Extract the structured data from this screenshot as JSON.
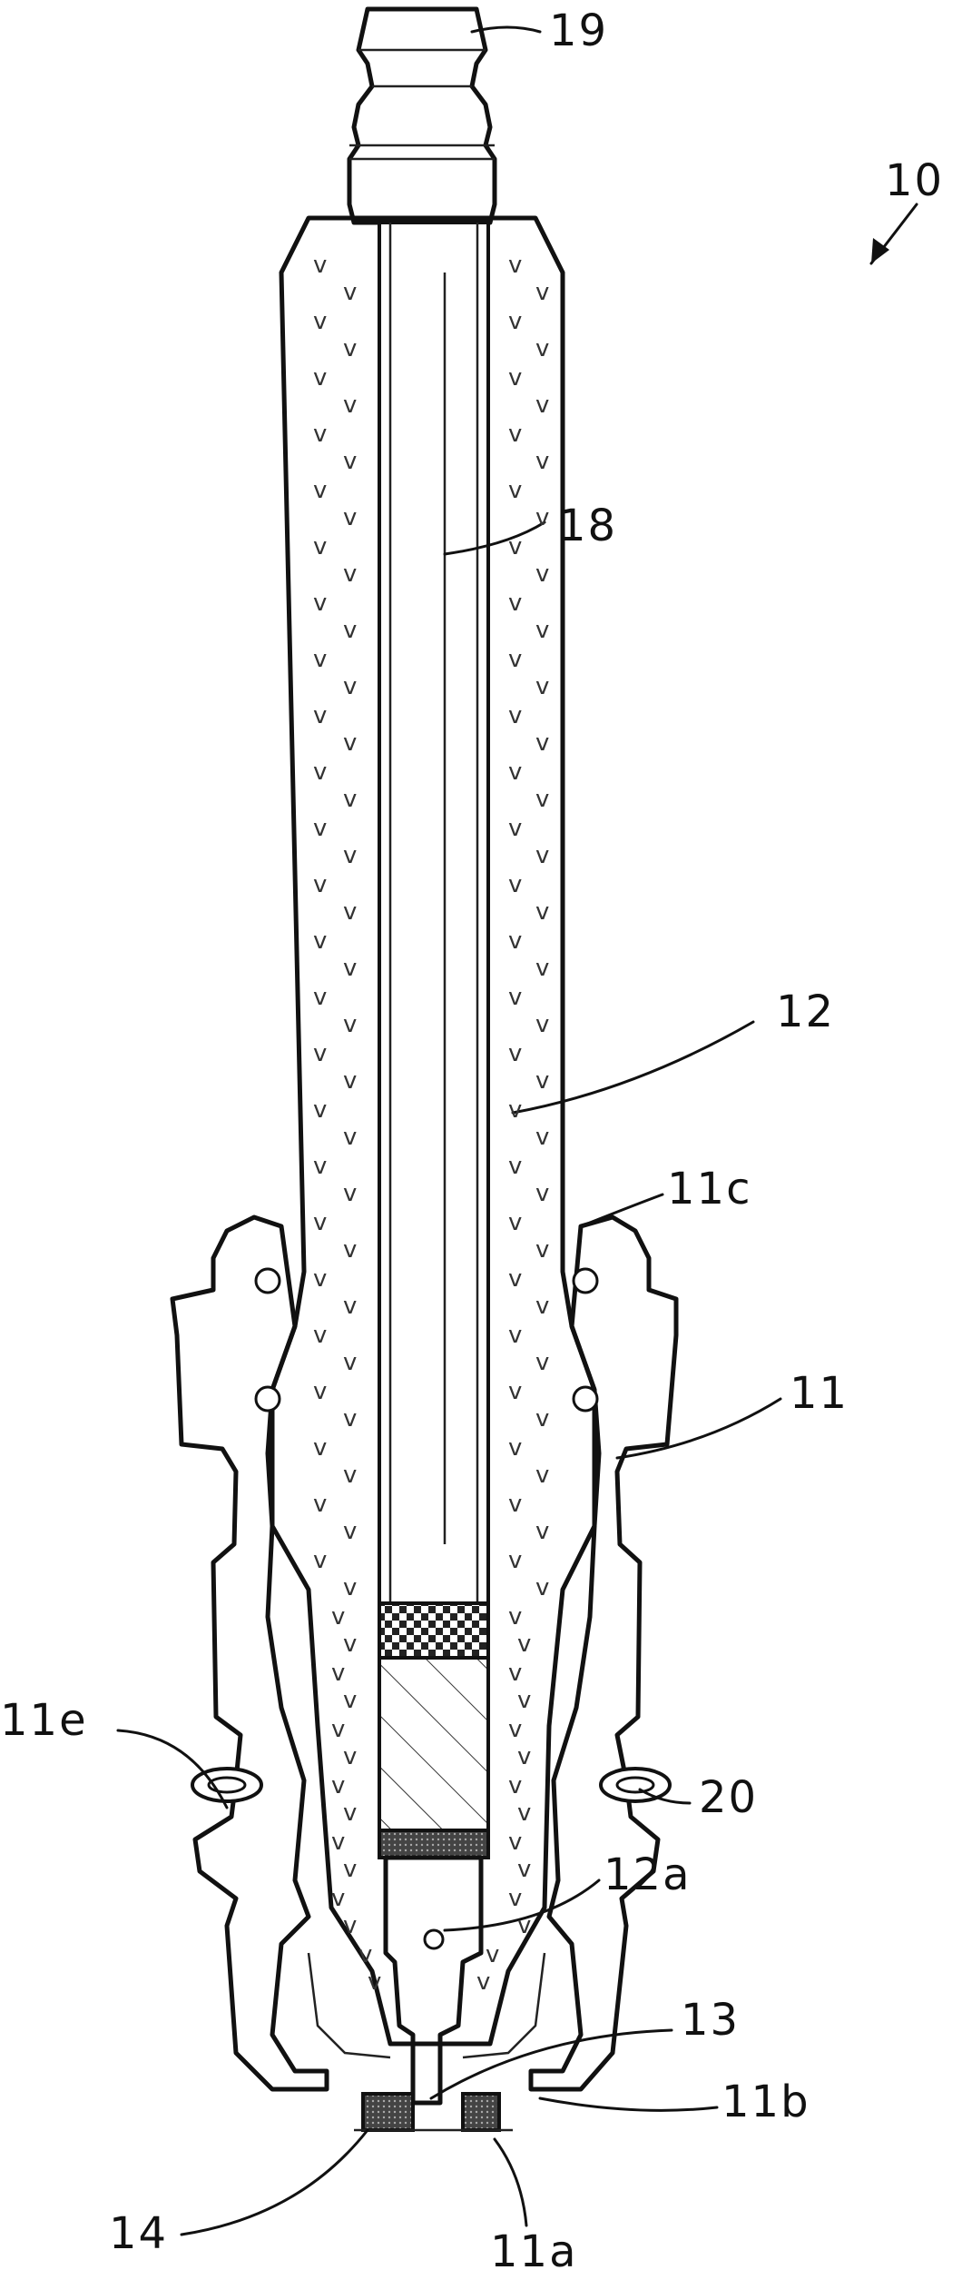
{
  "figure": {
    "labels": {
      "l10": "10",
      "l19": "19",
      "l18": "18",
      "l12": "12",
      "l11c": "11c",
      "l11": "11",
      "l20": "20",
      "l11e": "11e",
      "l12a": "12a",
      "l13": "13",
      "l11b": "11b",
      "l14": "14",
      "l11a": "11a"
    }
  },
  "colors": {
    "line": "#111111",
    "background": "#ffffff"
  }
}
